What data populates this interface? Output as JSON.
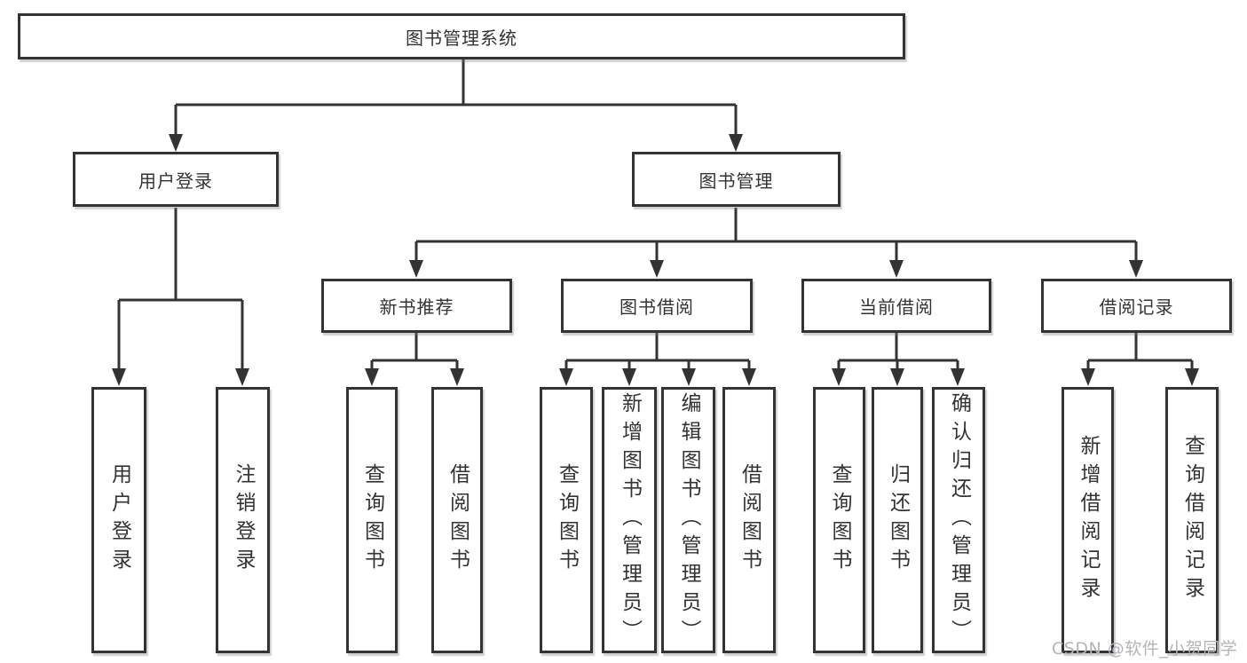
{
  "diagram": {
    "type": "tree",
    "root": {
      "label": "图书管理系统",
      "children": [
        {
          "label": "用户登录",
          "children": [
            {
              "label": "用户登录"
            },
            {
              "label": "注销登录"
            }
          ]
        },
        {
          "label": "图书管理",
          "children": [
            {
              "label": "新书推荐",
              "children": [
                {
                  "label": "查询图书"
                },
                {
                  "label": "借阅图书"
                }
              ]
            },
            {
              "label": "图书借阅",
              "children": [
                {
                  "label": "查询图书"
                },
                {
                  "label": "新增图书（管理员）"
                },
                {
                  "label": "编辑图书（管理员）"
                },
                {
                  "label": "借阅图书"
                }
              ]
            },
            {
              "label": "当前借阅",
              "children": [
                {
                  "label": "查询图书"
                },
                {
                  "label": "归还图书"
                },
                {
                  "label": "确认归还（管理员）"
                }
              ]
            },
            {
              "label": "借阅记录",
              "children": [
                {
                  "label": "新增借阅记录"
                },
                {
                  "label": "查询借阅记录"
                }
              ]
            }
          ]
        }
      ]
    }
  },
  "watermark": {
    "text": "CSDN @软件_小贺同学"
  },
  "colors": {
    "line": "#333333",
    "text": "#333333",
    "background": "#ffffff",
    "watermark": "#b4b4b9"
  }
}
